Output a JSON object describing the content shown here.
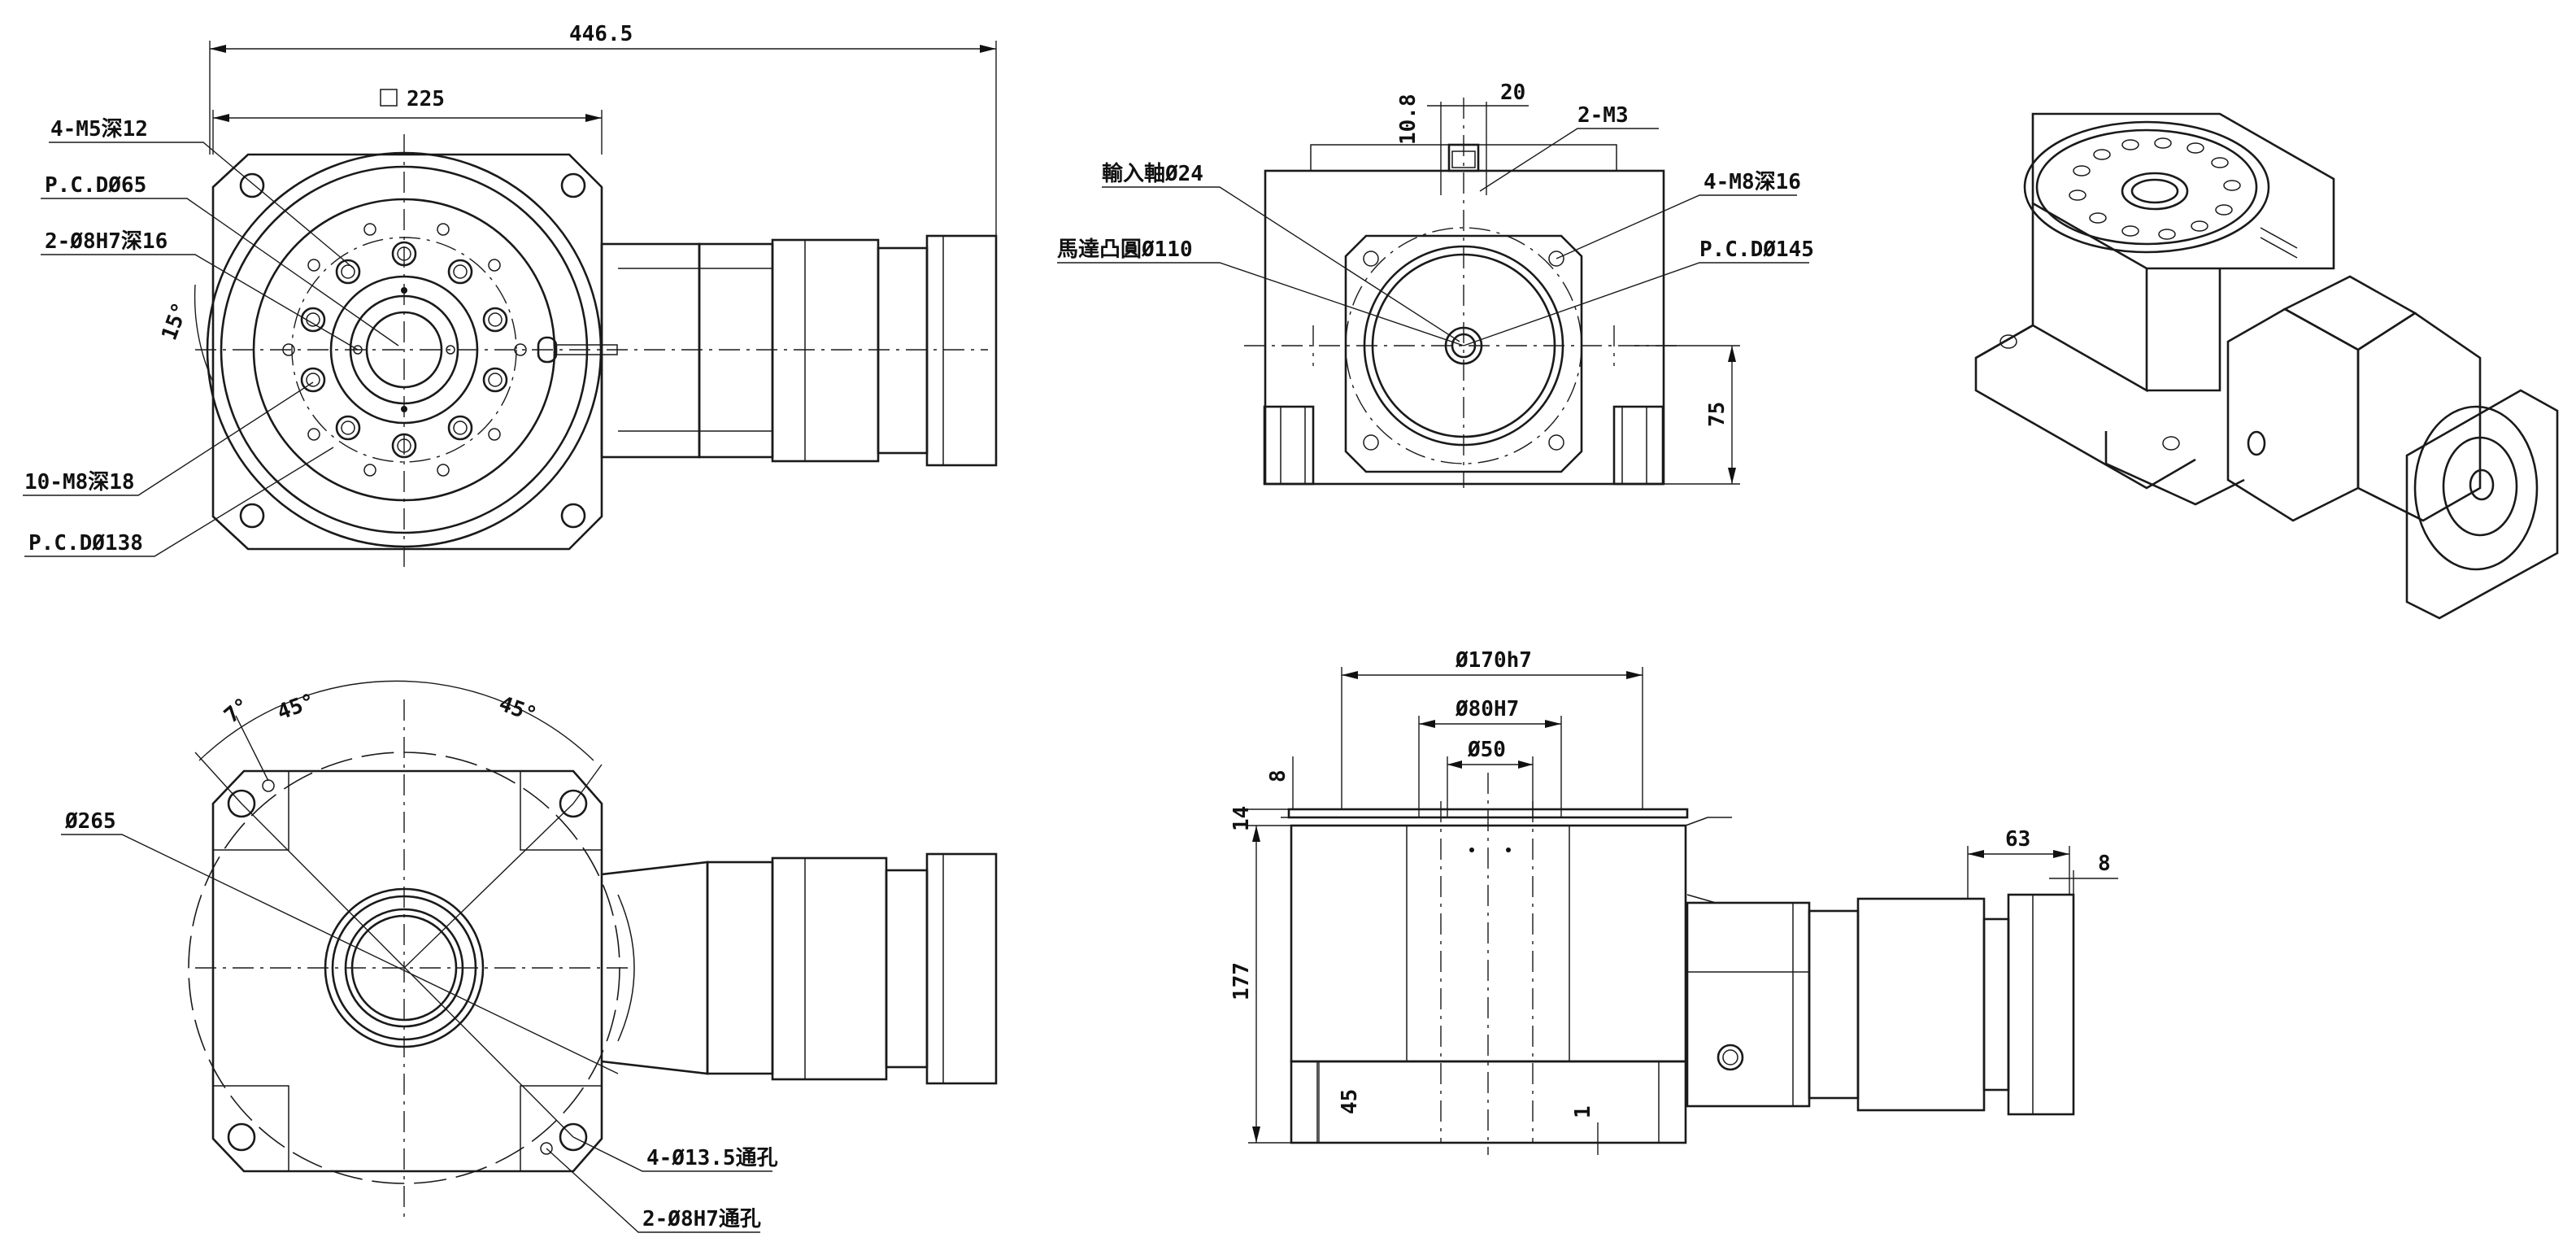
{
  "front_view": {
    "overall_length": "446.5",
    "flange_square": "225",
    "tapped_holes": "4-M5深12",
    "pcd_65": "P.C.DØ65",
    "pin_holes": "2-Ø8H7深16",
    "angle_15": "15°",
    "tapped_holes_10": "10-M8深18",
    "pcd_138": "P.C.DØ138"
  },
  "side_view": {
    "dim_10_8": "10.8",
    "dim_20": "20",
    "screw_m3": "2-M3",
    "input_shaft": "輸入軸Ø24",
    "motor_boss": "馬達凸圓Ø110",
    "m8_holes": "4-M8深16",
    "pcd_145": "P.C.DØ145",
    "dim_75": "75"
  },
  "bottom_view": {
    "angle_7": "7°",
    "angle_45_a": "45°",
    "angle_45_b": "45°",
    "diameter_265": "Ø265",
    "through_holes": "4-Ø13.5通孔",
    "pin_through": "2-Ø8H7通孔"
  },
  "section_view": {
    "d170": "Ø170h7",
    "d80": "Ø80H7",
    "d50": "Ø50",
    "dim_8_left": "8",
    "dim_14": "14",
    "dim_177": "177",
    "dim_45": "45",
    "dim_1": "1",
    "dim_63": "63",
    "dim_8_right": "8"
  }
}
